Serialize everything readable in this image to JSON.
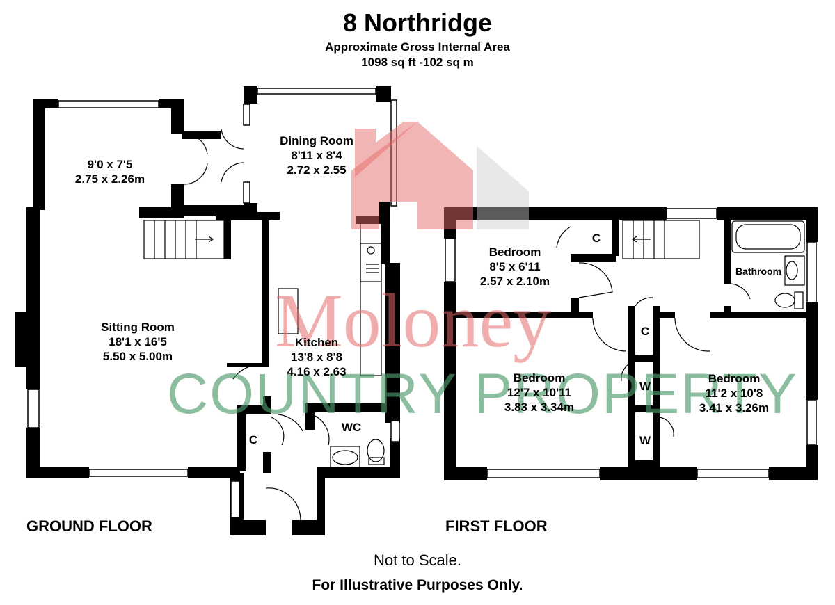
{
  "header": {
    "title": "8 Northridge",
    "subtitle": "Approximate Gross Internal Area",
    "area": "1098 sq ft -102 sq m"
  },
  "floors": {
    "ground": "GROUND FLOOR",
    "first": "FIRST FLOOR"
  },
  "rooms": {
    "conservatory": {
      "dims_imperial": "9'0 x 7'5",
      "dims_metric": "2.75 x 2.26m"
    },
    "dining": {
      "name": "Dining Room",
      "dims_imperial": "8'11 x 8'4",
      "dims_metric": "2.72 x 2.55"
    },
    "sitting": {
      "name": "Sitting Room",
      "dims_imperial": "18'1 x 16'5",
      "dims_metric": "5.50 x 5.00m"
    },
    "kitchen": {
      "name": "Kitchen",
      "dims_imperial": "13'8 x 8'8",
      "dims_metric": "4.16 x 2.63"
    },
    "wc": {
      "name": "WC"
    },
    "ground_cupboard": {
      "name": "C"
    },
    "bedroom_small": {
      "name": "Bedroom",
      "dims_imperial": "8'5 x 6'11",
      "dims_metric": "2.57 x 2.10m"
    },
    "bedroom_mid": {
      "name": "Bedroom",
      "dims_imperial": "12'7 x 10'11",
      "dims_metric": "3.83 x 3.34m"
    },
    "bedroom_right": {
      "name": "Bedroom",
      "dims_imperial": "11'2 x 10'8",
      "dims_metric": "3.41 x 3.26m"
    },
    "bathroom": {
      "name": "Bathroom"
    },
    "first_cupboard_top": {
      "name": "C"
    },
    "first_cupboard_mid": {
      "name": "C"
    },
    "wardrobe_1": {
      "name": "W"
    },
    "wardrobe_2": {
      "name": "W"
    }
  },
  "watermark": {
    "name": "Moloney",
    "tagline": "COUNTRY PROPERTY",
    "colors": {
      "red": "#e56b6b",
      "green": "#4e9a6c",
      "grey": "#cccccc"
    }
  },
  "footer": {
    "scale_note": "Not to Scale.",
    "purpose_note": "For Illustrative Purposes Only."
  },
  "colors": {
    "wall": "#000000",
    "window": "#ffffff"
  }
}
